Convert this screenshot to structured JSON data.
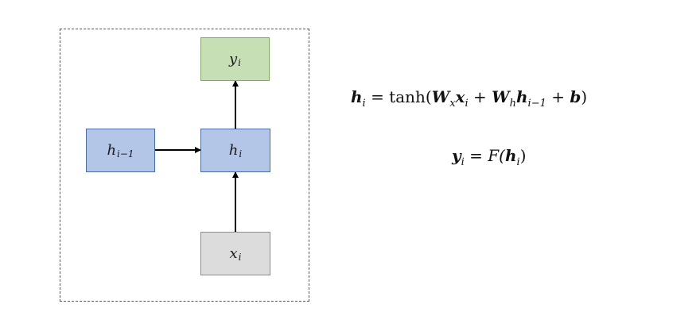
{
  "diagram": {
    "nodes": {
      "output": {
        "base": "y",
        "sub": "i",
        "color": "#c7dfb4"
      },
      "prev_hidden": {
        "base": "h",
        "sub": "i−1",
        "color": "#b4c6e7"
      },
      "hidden": {
        "base": "h",
        "sub": "i",
        "color": "#b4c6e7"
      },
      "input": {
        "base": "x",
        "sub": "i",
        "color": "#dcdcdc"
      }
    },
    "edges": [
      {
        "from": "prev_hidden",
        "to": "hidden"
      },
      {
        "from": "input",
        "to": "hidden"
      },
      {
        "from": "hidden",
        "to": "output"
      }
    ]
  },
  "equations": {
    "hidden_update": {
      "lhs": "h",
      "lhs_sub": "i",
      "equals": "=",
      "fn": "tanh(",
      "w_x": "W",
      "w_x_sub": "x",
      "x": "x",
      "x_sub": "i",
      "plus1": "+",
      "w_h": "W",
      "w_h_sub": "h",
      "h_prev": "h",
      "h_prev_sub": "i−1",
      "plus2": "+",
      "bias": "b",
      "close": ")"
    },
    "output": {
      "lhs": "y",
      "lhs_sub": "i",
      "equals": "=",
      "fn": "F(",
      "arg": "h",
      "arg_sub": "i",
      "close": ")"
    }
  }
}
